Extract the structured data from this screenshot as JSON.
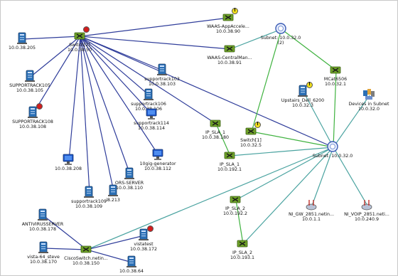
{
  "map": {
    "colors": {
      "link_blue": "#2f3d9a",
      "link_green": "#3fb23f",
      "link_teal": "#4aa3a0",
      "device_blue": "#2a6fb5",
      "switch_green": "#6fa329",
      "warning": "#f2e01c",
      "critical": "#d21e1e"
    },
    "nodes": [
      {
        "id": "srv205",
        "type": "server",
        "label": "10.0.38.205",
        "status": ""
      },
      {
        "id": "switch2",
        "type": "switch",
        "label": "Switch[2]\n10.0.38.50",
        "status": "critical"
      },
      {
        "id": "waas_app",
        "type": "switch",
        "label": "WAAS-AppAccele...\n10.0.38.90",
        "status": "warning"
      },
      {
        "id": "waas_central",
        "type": "switch",
        "label": "WAAS-CentralMan...\n10.0.38.91",
        "status": ""
      },
      {
        "id": "subnet_top",
        "type": "subnet",
        "label": "Subnet: 10.0.32.0\n(2)",
        "status": ""
      },
      {
        "id": "st105",
        "type": "server",
        "label": "SUPPORTRACK105\n10.0.38.105",
        "status": ""
      },
      {
        "id": "st103",
        "type": "server",
        "label": "supportrack103\n10.0.38.103",
        "status": ""
      },
      {
        "id": "mcat",
        "type": "switch",
        "label": "MCat6506\n10.0.32.1",
        "status": ""
      },
      {
        "id": "st108",
        "type": "server",
        "label": "SUPPORTRACK108\n10.0.38.108",
        "status": "critical"
      },
      {
        "id": "st106",
        "type": "server",
        "label": "supportrack106\n10.0.38.106",
        "status": ""
      },
      {
        "id": "upstairs",
        "type": "server",
        "label": "Upstairs_Dell_6200\n10.0.32.3",
        "status": "warning"
      },
      {
        "id": "devices_subnet",
        "type": "cluster",
        "label": "Devices in Subnet\n10.0.32.0",
        "status": ""
      },
      {
        "id": "st114",
        "type": "monitor",
        "label": "supportrack114\n10.0.38.114",
        "status": ""
      },
      {
        "id": "ipsla1a",
        "type": "switch",
        "label": "IP_SLA_1\n10.0.38.180",
        "status": ""
      },
      {
        "id": "switch1",
        "type": "switch",
        "label": "Switch[1]\n10.0.32.5",
        "status": "warning"
      },
      {
        "id": "subnet_center",
        "type": "subnet",
        "label": "Subnet: 10.0.32.0",
        "status": ""
      },
      {
        "id": "ipsla1b",
        "type": "switch",
        "label": "IP_SLA_1\n10.0.192.1",
        "status": ""
      },
      {
        "id": "gen",
        "type": "monitor",
        "label": "10gig-generator\n10.0.38.112",
        "status": ""
      },
      {
        "id": "m208",
        "type": "monitor",
        "label": "10.0.38.208",
        "status": ""
      },
      {
        "id": "ors",
        "type": "server",
        "label": "ORS-SERVER\n10.0.38.110",
        "status": ""
      },
      {
        "id": "st109",
        "type": "server",
        "label": "supportrack109\n10.0.38.109",
        "status": ""
      },
      {
        "id": "ip213",
        "type": "server",
        "label": "i8.213",
        "status": ""
      },
      {
        "id": "ipsla2a",
        "type": "switch",
        "label": "IP_SLA_2\n10.0.192.2",
        "status": ""
      },
      {
        "id": "nigw",
        "type": "router",
        "label": "NI_GW_2851.netin...\n10.0.1.1",
        "status": ""
      },
      {
        "id": "nivoip",
        "type": "router",
        "label": "NI_VOIP_2851.neti...\n10.0.240.9",
        "status": ""
      },
      {
        "id": "antivirus",
        "type": "server",
        "label": "ANTIVIRUSSERVER\n10.0.38.178",
        "status": ""
      },
      {
        "id": "ipsla2b",
        "type": "switch",
        "label": "IP_SLA_2\n10.0.193.1",
        "status": ""
      },
      {
        "id": "vistatest",
        "type": "server",
        "label": "vistatest\n10.0.38.172",
        "status": "critical"
      },
      {
        "id": "vista64",
        "type": "server",
        "label": "vista-64_steve\n10.0.38.170",
        "status": ""
      },
      {
        "id": "ciscosw",
        "type": "switch",
        "label": "CiscoSwitch.netin...\n10.0.38.150",
        "status": ""
      },
      {
        "id": "n64",
        "type": "server",
        "label": "10.0.38.64",
        "status": ""
      }
    ]
  }
}
